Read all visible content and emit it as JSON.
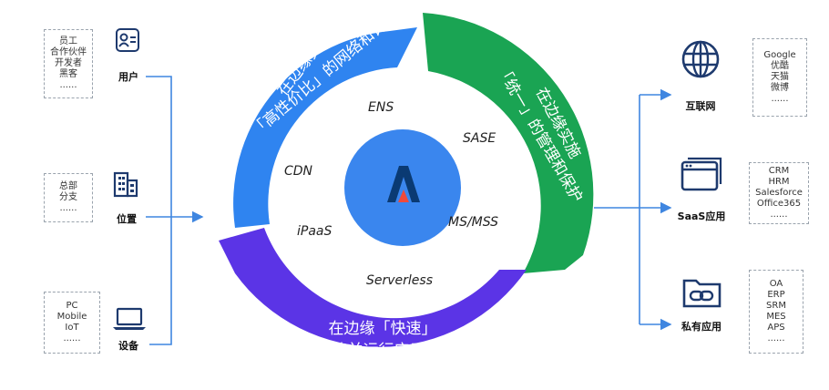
{
  "colors": {
    "blue_ring": "#2f84f0",
    "green_ring": "#1aa453",
    "purple_ring": "#5b34e6",
    "center_circle": "#3a86ee",
    "line": "#3f86e0"
  },
  "left": {
    "user": {
      "label": "用户",
      "icon": "user-id-card-icon",
      "items": [
        "员工",
        "合作伙伴",
        "开发者",
        "黑客",
        "......"
      ]
    },
    "location": {
      "label": "位置",
      "icon": "building-icon",
      "items": [
        "总部",
        "分支",
        "......"
      ]
    },
    "device": {
      "label": "设备",
      "icon": "laptop-icon",
      "items": [
        "PC",
        "Mobile",
        "IoT",
        "......"
      ]
    }
  },
  "right": {
    "internet": {
      "label": "互联网",
      "icon": "globe-icon",
      "items": [
        "Google",
        "优酷",
        "天猫",
        "微博",
        "......"
      ]
    },
    "saas": {
      "label": "SaaS应用",
      "icon": "browser-window-icon",
      "items": [
        "CRM",
        "HRM",
        "Salesforce",
        "Office365",
        "......"
      ]
    },
    "private": {
      "label": "私有应用",
      "icon": "folder-link-icon",
      "items": [
        "OA",
        "ERP",
        "SRM",
        "MES",
        "APS",
        "......"
      ]
    }
  },
  "ring": {
    "blue_line1": "在边缘交付",
    "blue_line2": "「高性价比」的网络和计算",
    "green_line1": "在边缘实施",
    "green_line2": "「统一」的管理和保护",
    "purple_line1": "在边缘「快速」",
    "purple_line2": "构建并运行应用程序"
  },
  "inner_labels": {
    "ens": "ENS",
    "sase": "SASE",
    "cdn": "CDN",
    "ipaas": "iPaaS",
    "msmss": "MS/MSS",
    "serverless": "Serverless"
  },
  "center": {
    "logo": "edge-platform-logo"
  }
}
